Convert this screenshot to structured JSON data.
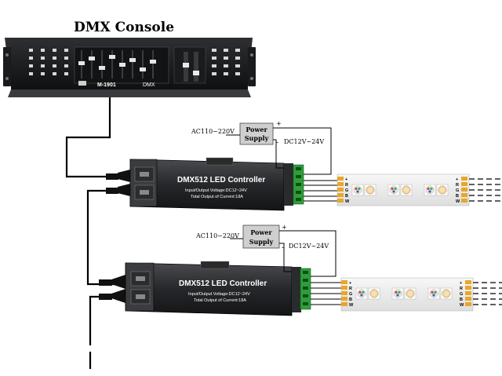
{
  "title": "DMX Console",
  "console": {
    "brand": "M-1901",
    "mode": "DMX"
  },
  "controllers": [
    {
      "name": "DMX512 LED Controller",
      "spec_voltage": "Input/Output Voltage:DC12~24V",
      "spec_current": "Total Output of Current:18A",
      "power_label_1": "Power",
      "power_label_2": "Supply",
      "ac_input": "AC110~220V",
      "dc_output": "DC12V~24V",
      "plus": "+",
      "minus": "-",
      "rgbw": [
        "+",
        "R",
        "G",
        "B",
        "W"
      ]
    },
    {
      "name": "DMX512 LED Controller",
      "spec_voltage": "Input/Output Voltage:DC12~24V",
      "spec_current": "Total Output of Current:18A",
      "power_label_1": "Power",
      "power_label_2": "Supply",
      "ac_input": "AC110~220V",
      "dc_output": "DC12V~24V",
      "plus": "+",
      "minus": "-",
      "rgbw": [
        "+",
        "R",
        "G",
        "B",
        "W"
      ]
    }
  ],
  "colors": {
    "console_body": "#1b1c1e",
    "controller_body": "#2a2b2d",
    "terminal_green": "#2e9e3a",
    "led_terminal": "#e8a62a",
    "power_box": "#c8c8c8"
  }
}
